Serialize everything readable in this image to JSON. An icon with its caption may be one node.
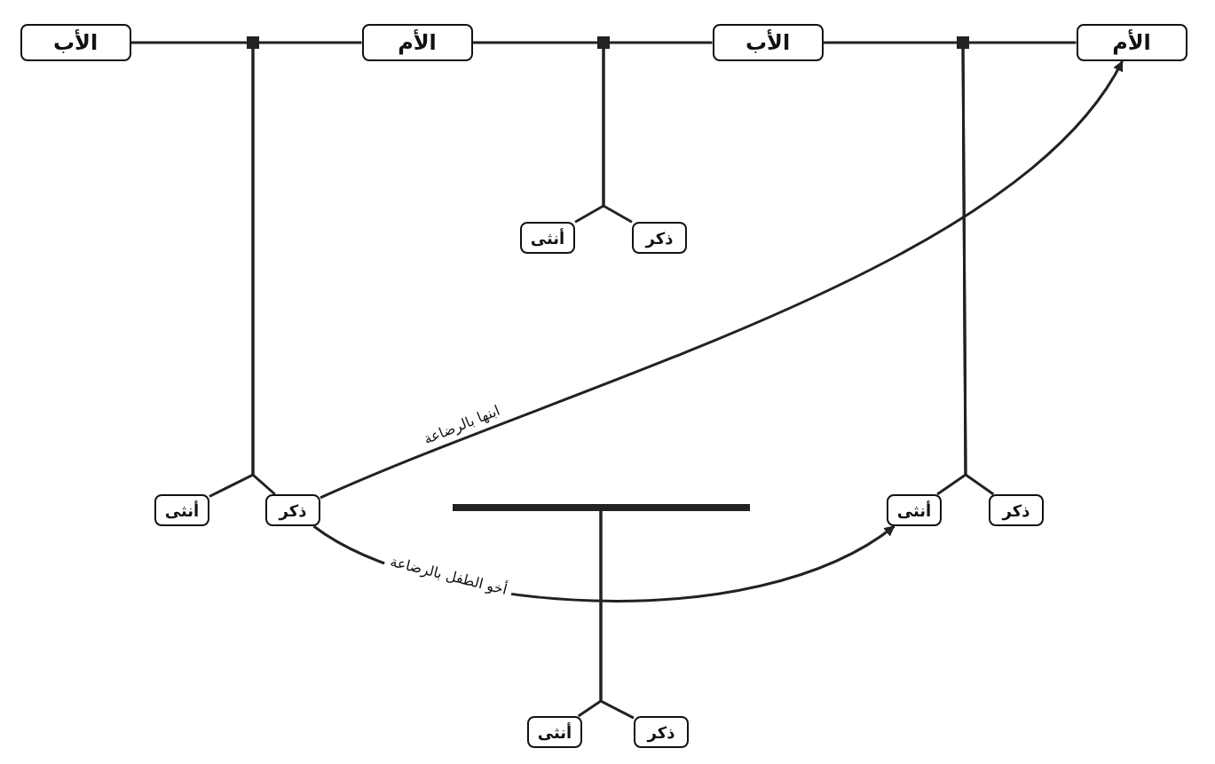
{
  "diagram": {
    "nodes": [
      {
        "text": [
          "الأب"
        ]
      },
      {
        "text": [
          "الأم"
        ]
      },
      {
        "text": [
          "الأب"
        ]
      },
      {
        "text": [
          "الأم"
        ]
      },
      {
        "text": [],
        "shape": "bar"
      },
      {
        "text": [],
        "shape": "bar"
      },
      {
        "text": [],
        "shape": "bar"
      },
      {
        "text": [
          "أنثى"
        ]
      },
      {
        "text": [
          "ذكر"
        ]
      },
      {
        "text": [
          "أنثى"
        ]
      },
      {
        "text": [
          "ذكر"
        ]
      },
      {
        "text": [],
        "shape": "bar"
      },
      {
        "text": [
          "أنثى"
        ]
      },
      {
        "text": [
          "ذكر"
        ]
      },
      {
        "text": [
          "أنثى"
        ]
      },
      {
        "text": [
          "ذكر"
        ]
      }
    ],
    "edges": [
      {
        "from": 0,
        "to": 4,
        "arrow": "none"
      },
      {
        "from": 1,
        "to": 4,
        "arrow": "none"
      },
      {
        "from": 1,
        "to": 5,
        "arrow": "none"
      },
      {
        "from": 2,
        "to": 5,
        "arrow": "none"
      },
      {
        "from": 2,
        "to": 6,
        "arrow": "none"
      },
      {
        "from": 3,
        "to": 6,
        "arrow": "none"
      },
      {
        "from": 4,
        "to": 9,
        "arrow": "none"
      },
      {
        "from": 4,
        "to": 10,
        "arrow": "none"
      },
      {
        "from": 5,
        "to": 7,
        "arrow": "none"
      },
      {
        "from": 5,
        "to": 8,
        "arrow": "none"
      },
      {
        "from": 6,
        "to": 12,
        "arrow": "none"
      },
      {
        "from": 6,
        "to": 13,
        "arrow": "none"
      },
      {
        "from": 11,
        "to": 14,
        "arrow": "none"
      },
      {
        "from": 11,
        "to": 15,
        "arrow": "none"
      },
      {
        "from": 10,
        "to": 3,
        "arrow": "to",
        "label": "ابنها بالرضاعة"
      },
      {
        "from": 10,
        "to": 12,
        "arrow": "to",
        "label": "أخو الطفل بالرضاعة"
      }
    ]
  }
}
